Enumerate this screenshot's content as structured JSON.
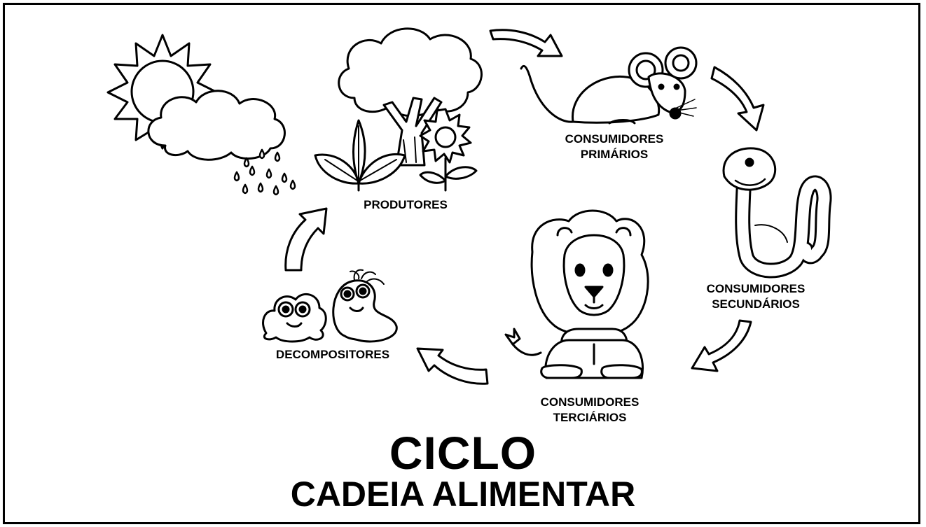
{
  "title": "CICLO",
  "subtitle": "CADEIA ALIMENTAR",
  "stages": {
    "producers": "PRODUTORES",
    "primary": [
      "CONSUMIDORES",
      "PRIMÁRIOS"
    ],
    "secondary": [
      "CONSUMIDORES",
      "SECUNDÁRIOS"
    ],
    "tertiary": [
      "CONSUMIDORES",
      "TERCIÁRIOS"
    ],
    "decomposers": "DECOMPOSITORES"
  },
  "icons": [
    "sun-icon",
    "rain-cloud-icon",
    "tree-icon",
    "plant-icon",
    "sunflower-icon",
    "mouse-icon",
    "snake-icon",
    "lion-icon",
    "bacteria-icon",
    "cycle-arrow-icon"
  ],
  "colors": {
    "ink": "#000000",
    "paper": "#ffffff"
  }
}
